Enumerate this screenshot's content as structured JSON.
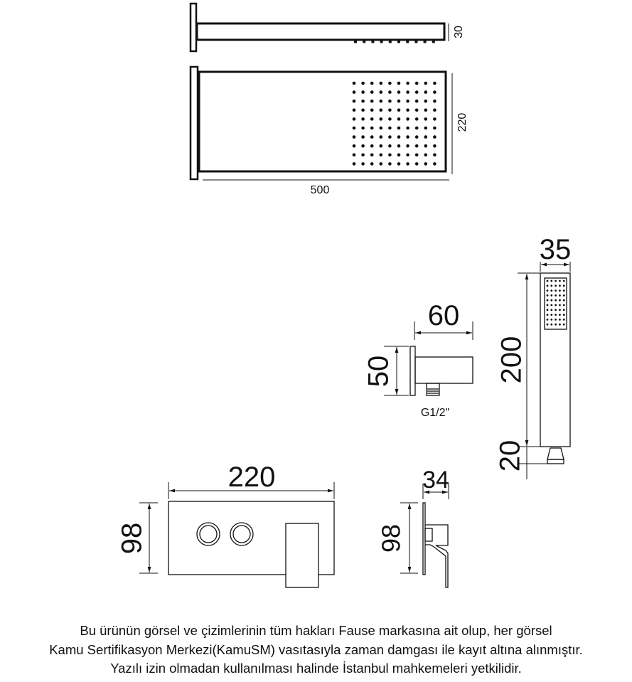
{
  "rain_shower": {
    "side_height": "30",
    "width": "220",
    "length": "500"
  },
  "wall_elbow": {
    "width": "60",
    "height": "50",
    "thread": "G1/2\""
  },
  "hand_shower": {
    "width": "35",
    "length": "200",
    "connector": "20"
  },
  "mixer_front": {
    "width": "220",
    "height": "98"
  },
  "mixer_side": {
    "depth": "34",
    "height": "98"
  },
  "footer": {
    "line1": "Bu ürünün görsel ve çizimlerinin tüm hakları Fause markasına ait olup, her görsel",
    "line2": "Kamu Sertifikasyon Merkezi(KamuSM) vasıtasıyla zaman damgası ile kayıt altına alınmıştır.",
    "line3": "Yazılı izin olmadan kullanılması halinde İstanbul mahkemeleri yetkilidir."
  }
}
